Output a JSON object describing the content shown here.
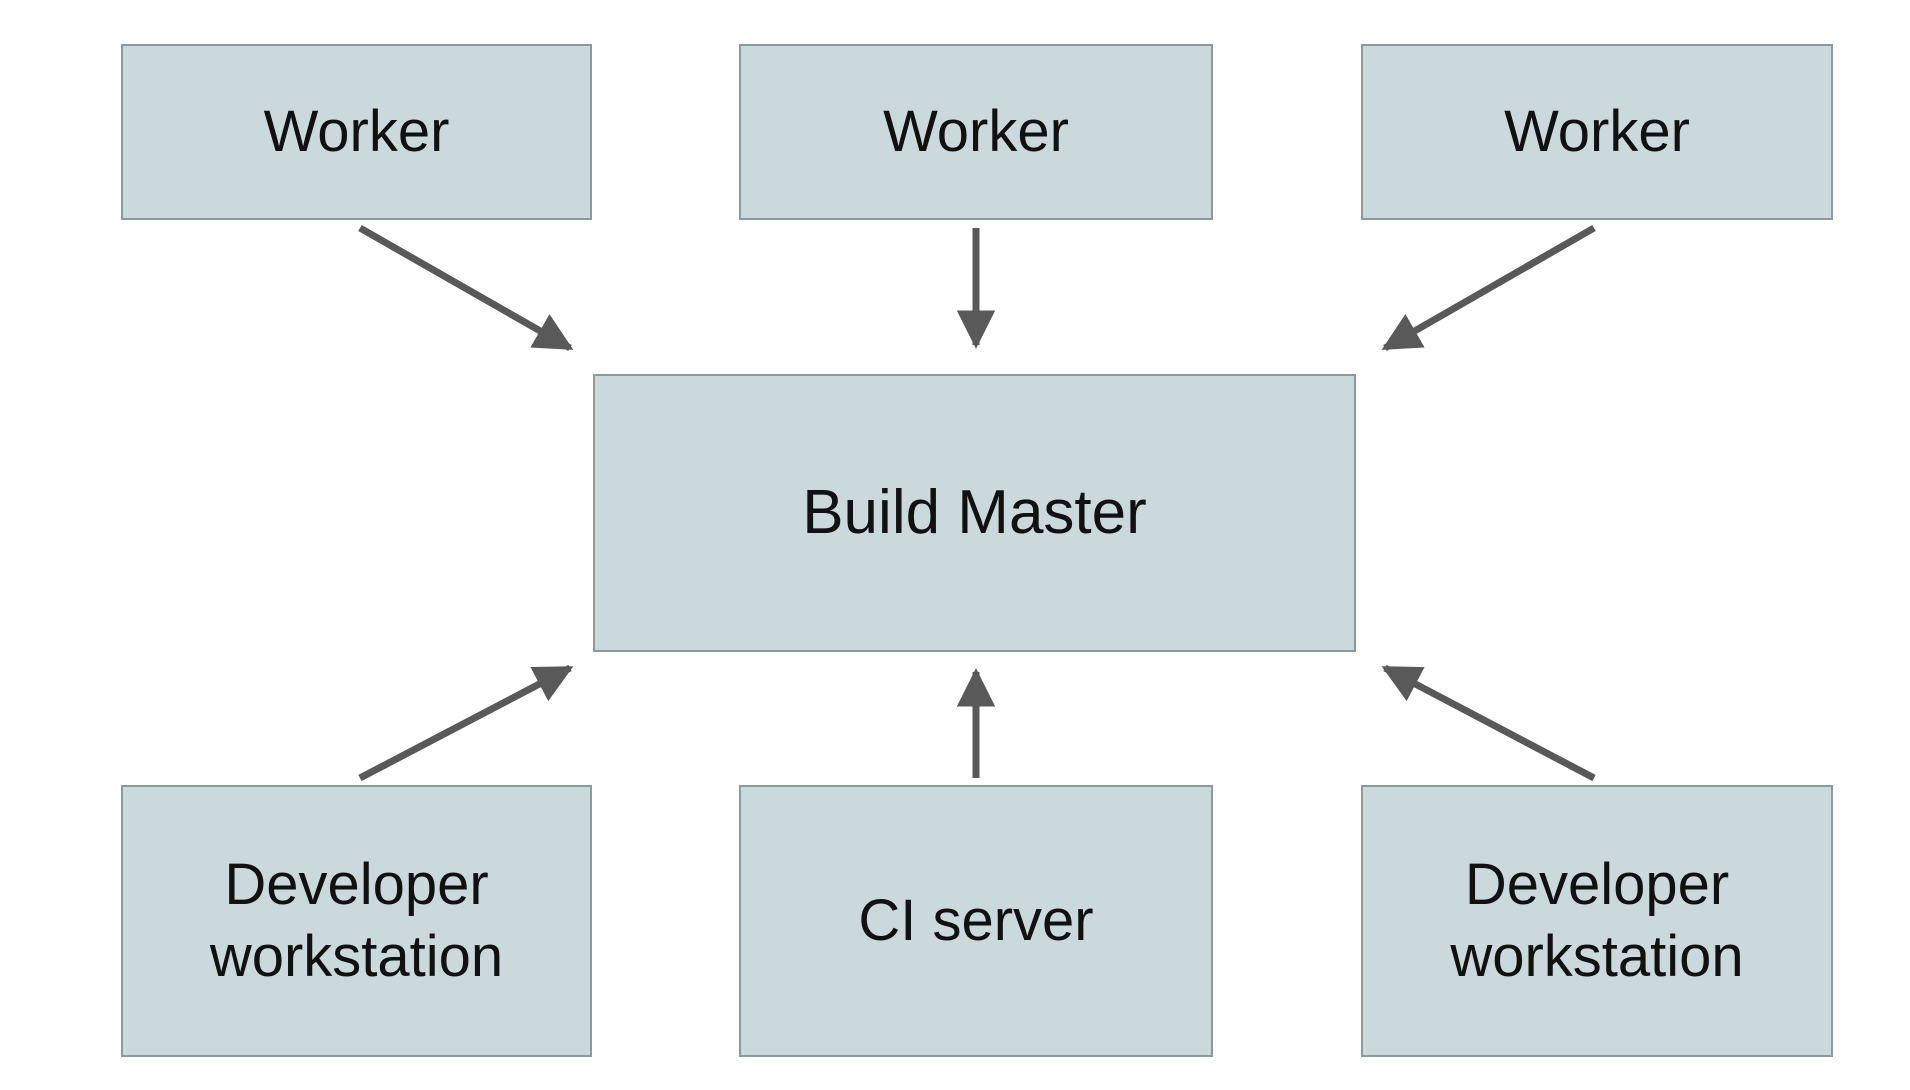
{
  "diagram": {
    "type": "architecture-diagram",
    "nodes": {
      "worker_left": {
        "label": "Worker"
      },
      "worker_center": {
        "label": "Worker"
      },
      "worker_right": {
        "label": "Worker"
      },
      "build_master": {
        "label": "Build Master"
      },
      "developer_workstation_left": {
        "label": "Developer workstation"
      },
      "ci_server": {
        "label": "CI server"
      },
      "developer_workstation_right": {
        "label": "Developer workstation"
      }
    },
    "edges": [
      {
        "from": "worker_left",
        "to": "build_master",
        "direction": "down-right"
      },
      {
        "from": "worker_center",
        "to": "build_master",
        "direction": "down"
      },
      {
        "from": "worker_right",
        "to": "build_master",
        "direction": "down-left"
      },
      {
        "from": "developer_workstation_left",
        "to": "build_master",
        "direction": "up-right"
      },
      {
        "from": "ci_server",
        "to": "build_master",
        "direction": "up"
      },
      {
        "from": "developer_workstation_right",
        "to": "build_master",
        "direction": "up-left"
      }
    ],
    "colors": {
      "node_fill": "#ccd9dc",
      "node_border": "#8a9ba0",
      "arrow": "#595959",
      "text": "#111111",
      "background": "#ffffff"
    }
  }
}
